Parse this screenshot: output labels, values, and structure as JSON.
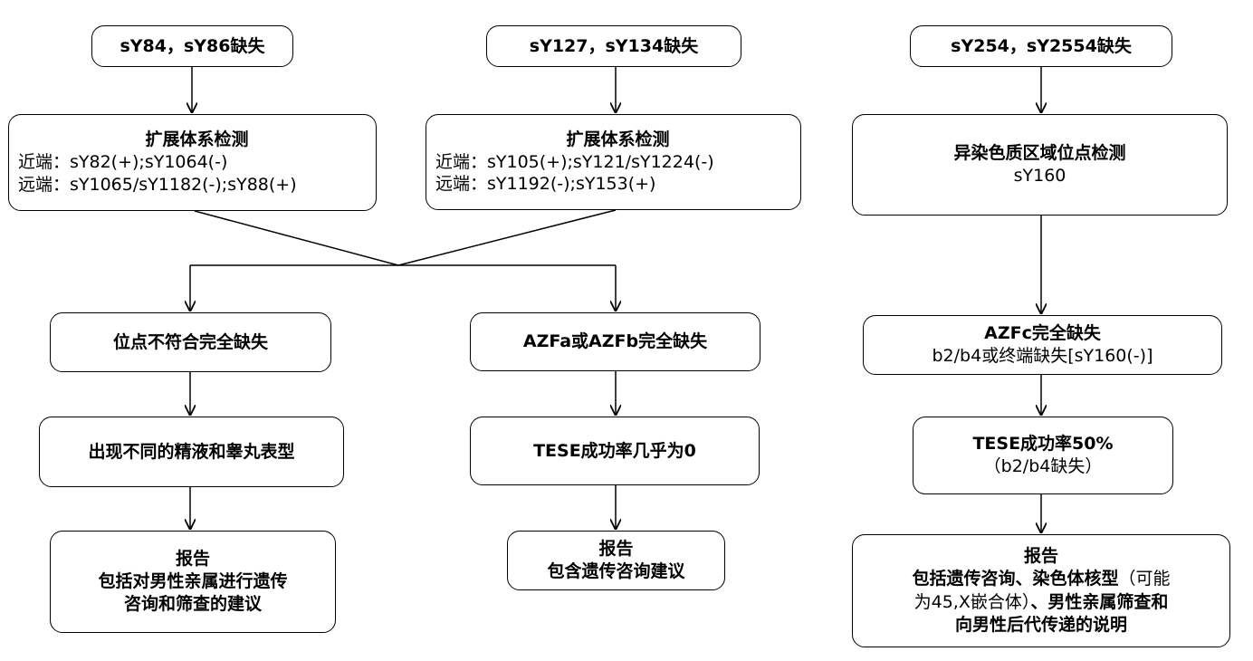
{
  "col1": {
    "top": "sY84，sY86缺失",
    "expand_title": "扩展体系检测",
    "expand_prox": "近端：sY82(+);sY1064(-)",
    "expand_dist": "远端：sY1065/sY1182(-);sY88(+)",
    "mismatch": "位点不符合完全缺失",
    "phenotype": "出现不同的精液和睾丸表型",
    "report_title": "报告",
    "report_l1": "包括对男性亲属进行遗传",
    "report_l2": "咨询和筛查的建议"
  },
  "col2": {
    "top": "sY127，sY134缺失",
    "expand_title": "扩展体系检测",
    "expand_prox": "近端：sY105(+);sY121/sY1224(-)",
    "expand_dist": "远端：sY1192(-);sY153(+)",
    "complete": "AZFa或AZFb完全缺失",
    "tese": "TESE成功率几乎为0",
    "report_title": "报告",
    "report_l1": "包含遗传咨询建议"
  },
  "col3": {
    "top": "sY254，sY2554缺失",
    "hetero_title": "异染色质区域位点检测",
    "hetero_site": "sY160",
    "azfc_title": "AZFc完全缺失",
    "azfc_sub": "b2/b4或终端缺失[sY160(-)]",
    "tese_title": "TESE成功率50%",
    "tese_sub": "（b2/b4缺失）",
    "report_title": "报告",
    "report_l1_bold": "包括遗传咨询、染色体核型",
    "report_l1_normal": "（可能",
    "report_l2_normal": "为45,X嵌合体）",
    "report_l2_bold": "、男性亲属筛查和",
    "report_l3": "向男性后代传递的说明"
  }
}
